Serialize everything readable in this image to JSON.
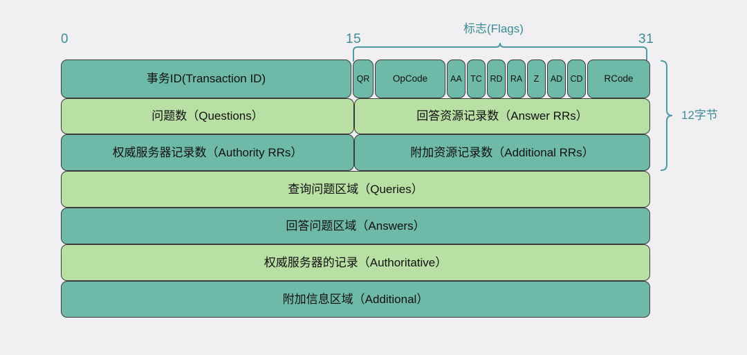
{
  "diagram": {
    "title": "DNS Message Format",
    "background_color": "#f0f0f2",
    "accent_color": "#3d8b96",
    "teal_color": "#6fb9a8",
    "green_color": "#b8dfa4",
    "border_color": "#3a3a3a"
  },
  "ruler": {
    "bit_start": "0",
    "bit_middle": "15",
    "bit_end": "31"
  },
  "annotations": {
    "flags_caption": "标志(Flags)",
    "header_size_caption": "12字节"
  },
  "rows": [
    {
      "name": "header-row-1",
      "cells": [
        {
          "name": "transaction-id",
          "label": "事务ID(Transaction ID)",
          "color": "teal"
        },
        {
          "name": "flag-qr",
          "label": "QR",
          "color": "teal"
        },
        {
          "name": "flag-opcode",
          "label": "OpCode",
          "color": "teal"
        },
        {
          "name": "flag-aa",
          "label": "AA",
          "color": "teal"
        },
        {
          "name": "flag-tc",
          "label": "TC",
          "color": "teal"
        },
        {
          "name": "flag-rd",
          "label": "RD",
          "color": "teal"
        },
        {
          "name": "flag-ra",
          "label": "RA",
          "color": "teal"
        },
        {
          "name": "flag-z",
          "label": "Z",
          "color": "teal"
        },
        {
          "name": "flag-ad",
          "label": "AD",
          "color": "teal"
        },
        {
          "name": "flag-cd",
          "label": "CD",
          "color": "teal"
        },
        {
          "name": "flag-rcode",
          "label": "RCode",
          "color": "teal"
        }
      ]
    },
    {
      "name": "header-row-2",
      "cells": [
        {
          "name": "questions-count",
          "label": "问题数（Questions）",
          "color": "green"
        },
        {
          "name": "answer-rrs-count",
          "label": "回答资源记录数（Answer RRs）",
          "color": "green"
        }
      ]
    },
    {
      "name": "header-row-3",
      "cells": [
        {
          "name": "authority-rrs-count",
          "label": "权威服务器记录数（Authority RRs）",
          "color": "teal"
        },
        {
          "name": "additional-rrs-count",
          "label": "附加资源记录数（Additional RRs）",
          "color": "teal"
        }
      ]
    },
    {
      "name": "section-queries",
      "cells": [
        {
          "name": "queries-section",
          "label": "查询问题区域（Queries）",
          "color": "green"
        }
      ]
    },
    {
      "name": "section-answers",
      "cells": [
        {
          "name": "answers-section",
          "label": "回答问题区域（Answers）",
          "color": "teal"
        }
      ]
    },
    {
      "name": "section-authoritative",
      "cells": [
        {
          "name": "authoritative-section",
          "label": "权威服务器的记录（Authoritative）",
          "color": "green"
        }
      ]
    },
    {
      "name": "section-additional",
      "cells": [
        {
          "name": "additional-section",
          "label": "附加信息区域（Additional）",
          "color": "teal"
        }
      ]
    }
  ]
}
